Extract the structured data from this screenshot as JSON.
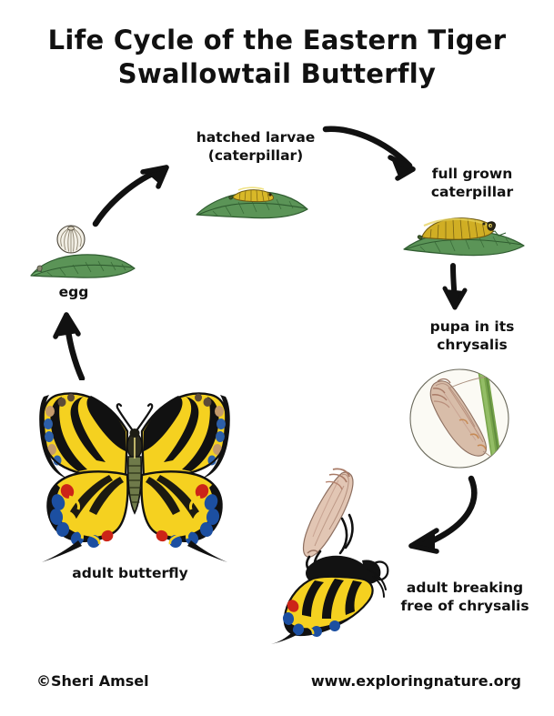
{
  "page": {
    "title_line1": "Life Cycle of the Eastern Tiger",
    "title_line2": "Swallowtail Butterfly",
    "background_color": "#ffffff",
    "text_color": "#111111"
  },
  "stages": [
    {
      "id": "egg",
      "label": "egg",
      "illustration": "egg-on-leaf-illustration",
      "description_icons": [
        "magnified-egg-icon",
        "green-leaf-icon"
      ]
    },
    {
      "id": "hatched-larvae",
      "label": "hatched larvae\n(caterpillar)",
      "illustration": "small-caterpillar-on-leaf-illustration",
      "description_icons": [
        "yellow-caterpillar-icon",
        "green-leaf-icon"
      ]
    },
    {
      "id": "full-grown-caterpillar",
      "label": "full grown\ncaterpillar",
      "illustration": "large-caterpillar-on-leaf-illustration",
      "description_icons": [
        "yellow-caterpillar-icon",
        "green-leaf-icon"
      ]
    },
    {
      "id": "pupa-chrysalis",
      "label": "pupa in its\nchrysalis",
      "illustration": "chrysalis-on-stem-illustration",
      "description_icons": [
        "magnifier-circle-icon",
        "chrysalis-icon",
        "green-stem-icon"
      ]
    },
    {
      "id": "adult-breaking-free",
      "label": "adult breaking\nfree of chrysalis",
      "illustration": "butterfly-emerging-from-chrysalis-illustration",
      "description_icons": [
        "empty-chrysalis-icon",
        "emerging-butterfly-icon"
      ]
    },
    {
      "id": "adult-butterfly",
      "label": "adult butterfly",
      "illustration": "adult-swallowtail-butterfly-illustration",
      "description_icons": [
        "butterfly-icon"
      ]
    }
  ],
  "arrows": [
    {
      "id": "egg-to-larva",
      "from": "egg",
      "to": "hatched-larvae",
      "direction": "up-right"
    },
    {
      "id": "larva-to-full",
      "from": "hatched-larvae",
      "to": "full-grown-caterpillar",
      "direction": "right-down"
    },
    {
      "id": "full-to-pupa",
      "from": "full-grown-caterpillar",
      "to": "pupa-chrysalis",
      "direction": "down"
    },
    {
      "id": "pupa-to-emerg",
      "from": "pupa-chrysalis",
      "to": "adult-breaking-free",
      "direction": "down-left"
    },
    {
      "id": "adult-to-egg",
      "from": "adult-butterfly",
      "to": "egg",
      "direction": "up"
    }
  ],
  "footer": {
    "copyright": "©Sheri Amsel",
    "website": "www.exploringnature.org"
  },
  "colors": {
    "leaf_green": "#4e8a4c",
    "leaf_green_dark": "#2f5c30",
    "leaf_green_light": "#6aa867",
    "caterpillar_yellow": "#d8b828",
    "caterpillar_yellow_light": "#e9d64f",
    "wing_yellow": "#f5d120",
    "wing_black": "#111111",
    "spot_blue": "#1c4fa1",
    "spot_red": "#cc2418",
    "chrysalis_tan": "#d9bda8",
    "chrysalis_pink": "#c9a296",
    "stem_green": "#7aa84e",
    "arrow_black": "#111111"
  }
}
